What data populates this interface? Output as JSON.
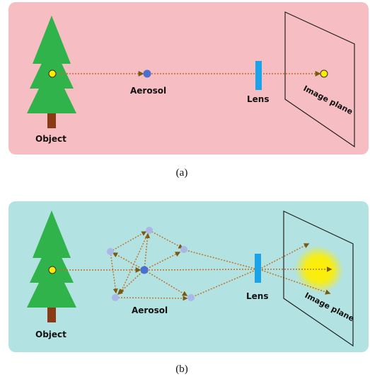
{
  "panel_a": {
    "background": "#f6bdc2",
    "object_label": "Object",
    "aerosol_label": "Aerosol",
    "lens_label": "Lens",
    "plane_label": "Image plane",
    "caption": "(a)"
  },
  "panel_b": {
    "background": "#b2e2e1",
    "object_label": "Object",
    "aerosol_label": "Aerosol",
    "lens_label": "Lens",
    "plane_label": "Image plane",
    "caption": "(b)"
  },
  "colors": {
    "tree": "#2fb34a",
    "trunk": "#8b3a16",
    "point": "#ffea00",
    "lens": "#1aa3e8",
    "aerosol_main": "#4a6fd1",
    "aerosol_scattered": "#a9b8e6",
    "ray": "#c0722a",
    "ray_arrow": "#7a5a10",
    "blur": "#ffee00"
  }
}
